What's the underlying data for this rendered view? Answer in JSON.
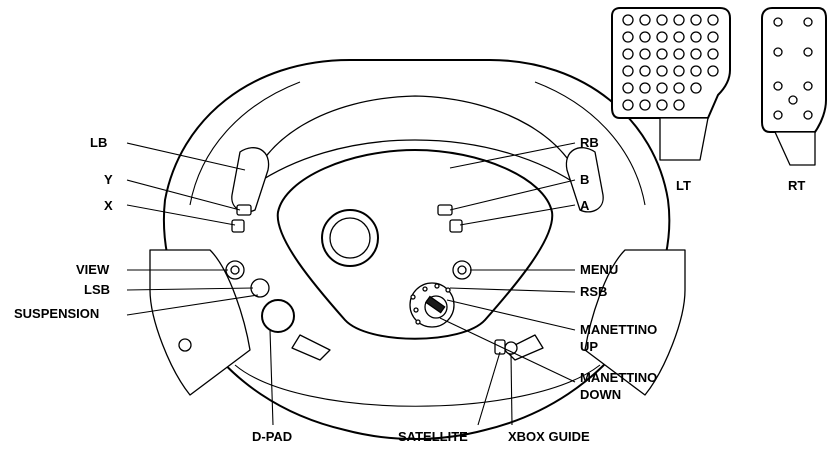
{
  "labels": {
    "lb": "LB",
    "y": "Y",
    "x": "X",
    "view": "VIEW",
    "lsb": "LSB",
    "suspension": "SUSPENSION",
    "rb": "RB",
    "b": "B",
    "a": "A",
    "menu": "MENU",
    "rsb": "RSB",
    "manettino_up_1": "MANETTINO",
    "manettino_up_2": "UP",
    "manettino_down_1": "MANETTINO",
    "manettino_down_2": "DOWN",
    "dpad": "D-PAD",
    "satellite": "SATELLITE",
    "xbox_guide": "XBOX GUIDE",
    "lt": "LT",
    "rt": "RT"
  }
}
